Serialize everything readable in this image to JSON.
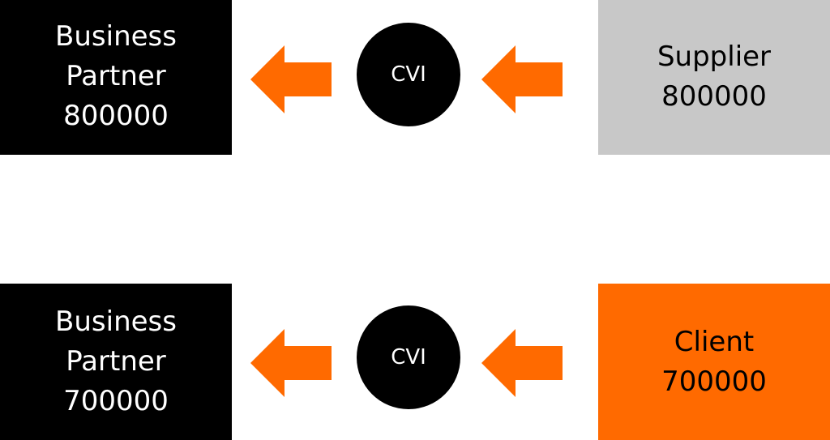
{
  "colors": {
    "accent": "#ff6a00",
    "business_partner_bg": "#000000",
    "supplier_bg": "#c8c8c8",
    "client_bg": "#ff6a00",
    "cvi_bg": "#000000"
  },
  "rows": [
    {
      "target": {
        "line1": "Business",
        "line2": "Partner",
        "line3": "800000"
      },
      "connector_label": "CVI",
      "source": {
        "line1": "Supplier",
        "line2": "800000"
      }
    },
    {
      "target": {
        "line1": "Business",
        "line2": "Partner",
        "line3": "700000"
      },
      "connector_label": "CVI",
      "source": {
        "line1": "Client",
        "line2": "700000"
      }
    }
  ],
  "icons": {
    "flow_arrow": "arrow-left-icon"
  }
}
